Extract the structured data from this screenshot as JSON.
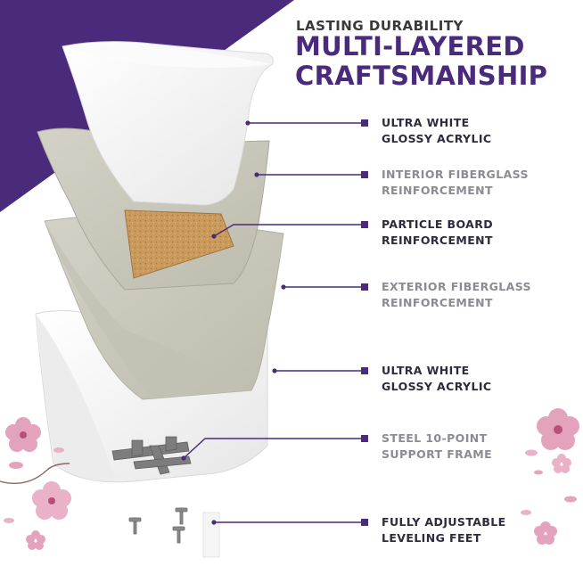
{
  "header": {
    "eyebrow": "LASTING DURABILITY",
    "title_line1": "MULTI-LAYERED",
    "title_line2": "CRAFTSMANSHIP"
  },
  "layers": [
    {
      "line1": "ULTRA WHITE",
      "line2": "GLOSSY ACRYLIC",
      "tone": "dark"
    },
    {
      "line1": "INTERIOR FIBERGLASS",
      "line2": "REINFORCEMENT",
      "tone": "grey"
    },
    {
      "line1": "PARTICLE BOARD",
      "line2": "REINFORCEMENT",
      "tone": "dark"
    },
    {
      "line1": "EXTERIOR FIBERGLASS",
      "line2": "REINFORCEMENT",
      "tone": "grey"
    },
    {
      "line1": "ULTRA WHITE",
      "line2": "GLOSSY ACRYLIC",
      "tone": "dark"
    },
    {
      "line1": "STEEL 10-POINT",
      "line2": "SUPPORT FRAME",
      "tone": "grey"
    },
    {
      "line1": "FULLY ADJUSTABLE",
      "line2": "LEVELING FEET",
      "tone": "dark"
    }
  ],
  "colors": {
    "brand_purple": "#4a2a7a",
    "leader_line": "#4a2a7a",
    "acrylic_white": "#f4f4f4",
    "fiberglass_grey": "#c9c8bb",
    "particle_board": "#c99a5b",
    "steel_frame": "#7d7d7d",
    "blossom_pink": "#e4a3bd"
  }
}
